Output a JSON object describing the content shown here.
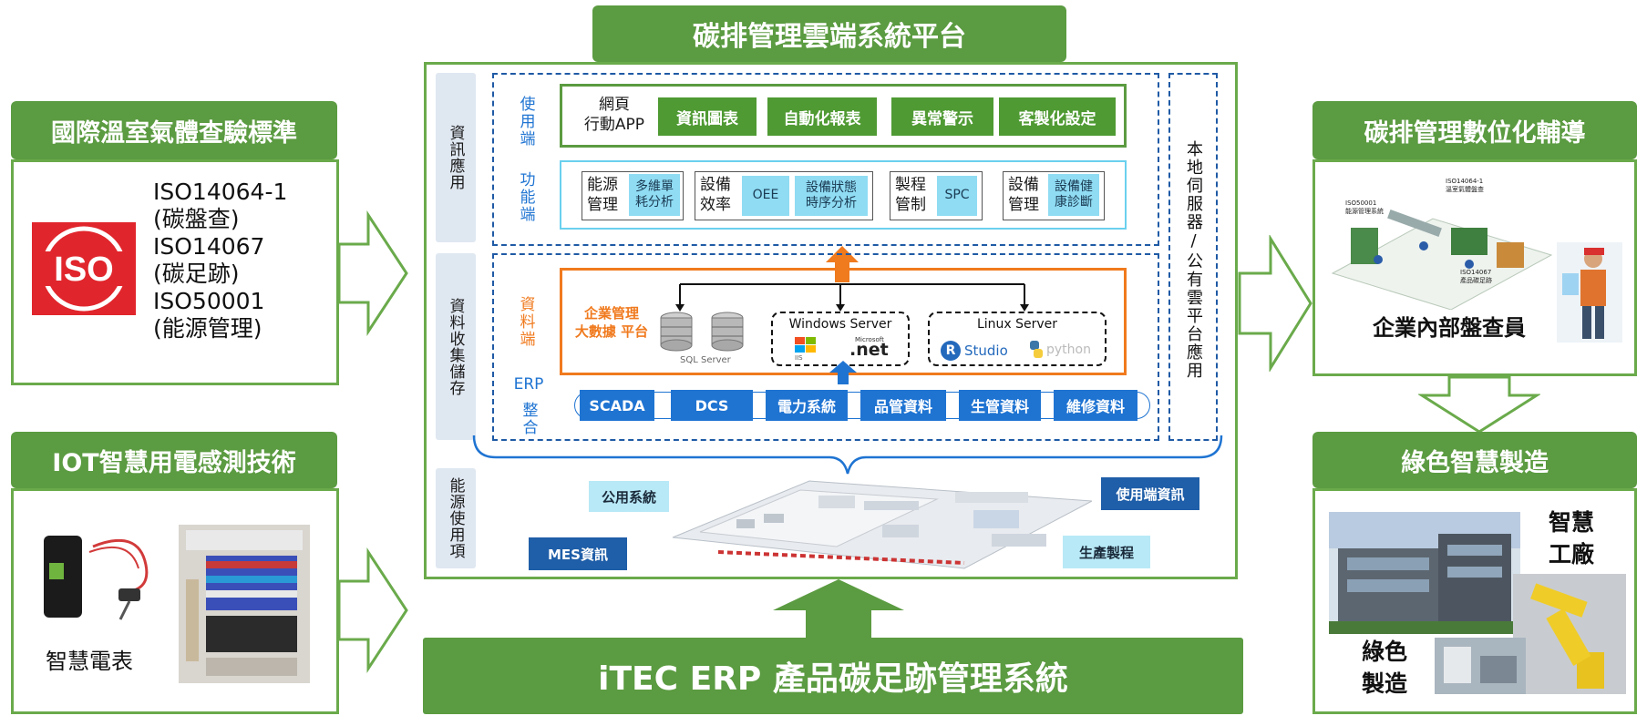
{
  "titles": {
    "top": "碳排管理雲端系統平台",
    "bottom": "iTEC ERP 產品碳足跡管理系統",
    "left_top": "國際溫室氣體查驗標準",
    "left_bottom": "IOT智慧用電感測技術",
    "right_top": "碳排管理數位化輔導",
    "right_bottom": "綠色智慧製造"
  },
  "left_standards": {
    "logo_text": "ISO",
    "items": [
      "ISO14064-1",
      "(碳盤查)",
      "ISO14067",
      "(碳足跡)",
      "ISO50001",
      "(能源管理)"
    ]
  },
  "left_iot": {
    "caption": "智慧電表"
  },
  "right_top": {
    "caption": "企業內部盤查員",
    "labels": [
      "ISO14064-1",
      "溫室氣體盤查",
      "ISO50001",
      "能源管理系統",
      "ISO14067",
      "產品碳足跡"
    ]
  },
  "right_bottom": {
    "label_1": "智慧\n工廠",
    "label_2": "綠色\n製造"
  },
  "center": {
    "side_tabs": [
      "資訊應用",
      "資料收集儲存",
      "能源使用項"
    ],
    "right_vertical": "本地伺服器/公有雲平台應用",
    "user_end_label": "使用端",
    "function_end_label": "功能端",
    "data_end_label": "資料端",
    "erp_label": "ERP",
    "erp_label2": "整合",
    "user_row": {
      "app_label": "網頁\n行動APP",
      "buttons": [
        "資訊圖表",
        "自動化報表",
        "異常警示",
        "客製化設定"
      ]
    },
    "function_row": [
      {
        "title": "能源\n管理",
        "sub": "多維單\n耗分析"
      },
      {
        "title": "設備\n效率",
        "sub": "OEE",
        "sub2": "設備狀態\n時序分析"
      },
      {
        "title": "製程\n管制",
        "sub": "SPC"
      },
      {
        "title": "設備\n管理",
        "sub": "設備健\n康診斷"
      }
    ],
    "data_platform": {
      "label": "企業管理\n大數據 平台",
      "sql_label": "SQL Server",
      "windows_server": "Windows Server",
      "iis": "IIS",
      "microsoft": "Microsoft",
      "dotnet": ".net",
      "linux_server": "Linux Server",
      "rstudio": "Studio",
      "rstudio_r": "R",
      "python": "python"
    },
    "erp_items": [
      "SCADA",
      "DCS",
      "電力系統",
      "品管資料",
      "生管資料",
      "維修資料"
    ],
    "energy_labels": {
      "public": "公用系統",
      "mes": "MES資訊",
      "user_info": "使用端資訊",
      "production": "生產製程"
    }
  },
  "colors": {
    "green": "#5b9b41",
    "blue": "#1f74d2",
    "orange": "#f07a1e",
    "cyan": "#8fdcf3",
    "iso_red": "#e0262c"
  }
}
